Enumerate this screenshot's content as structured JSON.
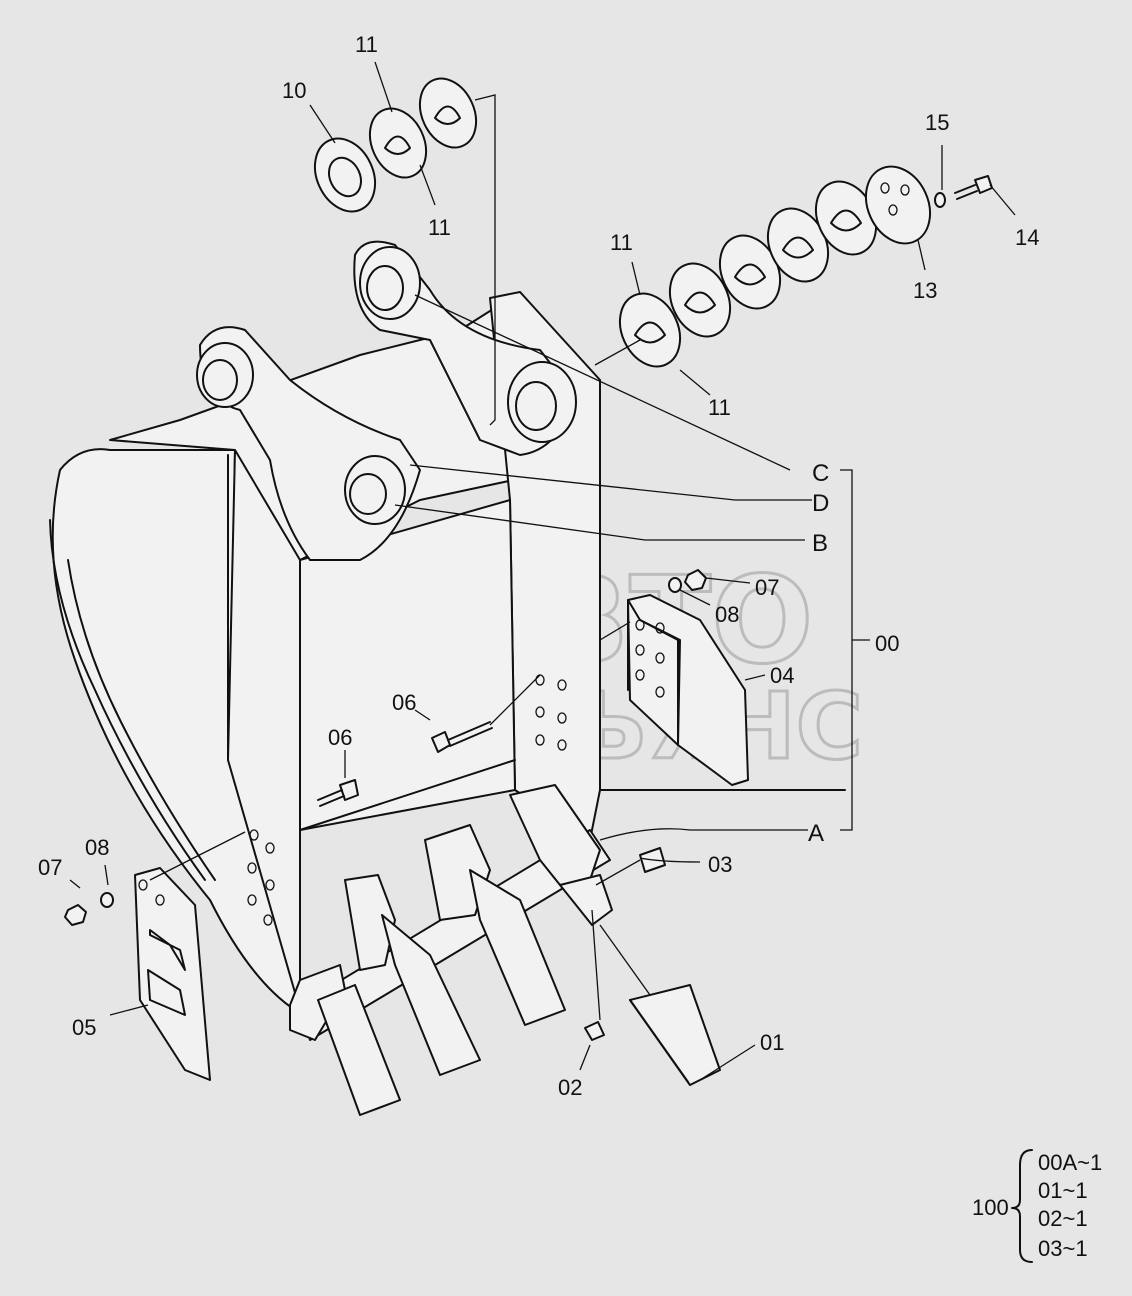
{
  "callouts": {
    "c00": "00",
    "c01": "01",
    "c02": "02",
    "c03": "03",
    "c04": "04",
    "c05": "05",
    "c06a": "06",
    "c06b": "06",
    "c07a": "07",
    "c07b": "07",
    "c08a": "08",
    "c08b": "08",
    "c10": "10",
    "c11a": "11",
    "c11b": "11",
    "c11c": "11",
    "c11d": "11",
    "c13": "13",
    "c14": "14",
    "c15": "15",
    "pinA": "A",
    "pinB": "B",
    "pinC": "C",
    "pinD": "D"
  },
  "kit": {
    "number": "100",
    "items": [
      "00A~1",
      "01~1",
      "02~1",
      "03~1"
    ]
  },
  "watermark": {
    "line1": "АВТО",
    "line2": "АЛЬЯНС"
  }
}
